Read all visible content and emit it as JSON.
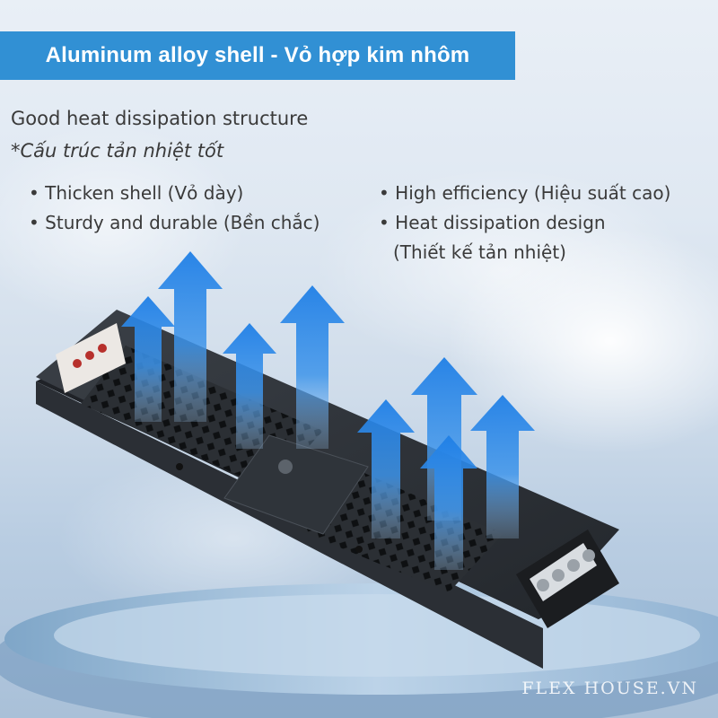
{
  "banner": {
    "title": "Aluminum alloy shell - Vỏ hợp kim nhôm"
  },
  "intro": {
    "line_en": "Good heat dissipation structure",
    "line_vi": "*Cấu trúc tản nhiệt tốt"
  },
  "features": {
    "left": [
      "• Thicken shell (Vỏ dày)",
      "• Sturdy and durable (Bền chắc)"
    ],
    "right": [
      "• High efficiency (Hiệu suất cao)",
      "• Heat dissipation design",
      "(Thiết kế tản nhiệt)"
    ]
  },
  "watermark": "FLEX HOUSE.VN",
  "colors": {
    "banner": "#3190d4",
    "arrow": "#2c86e4",
    "shell": "#2d3136"
  },
  "icons": [
    "heat-arrow-icon"
  ]
}
